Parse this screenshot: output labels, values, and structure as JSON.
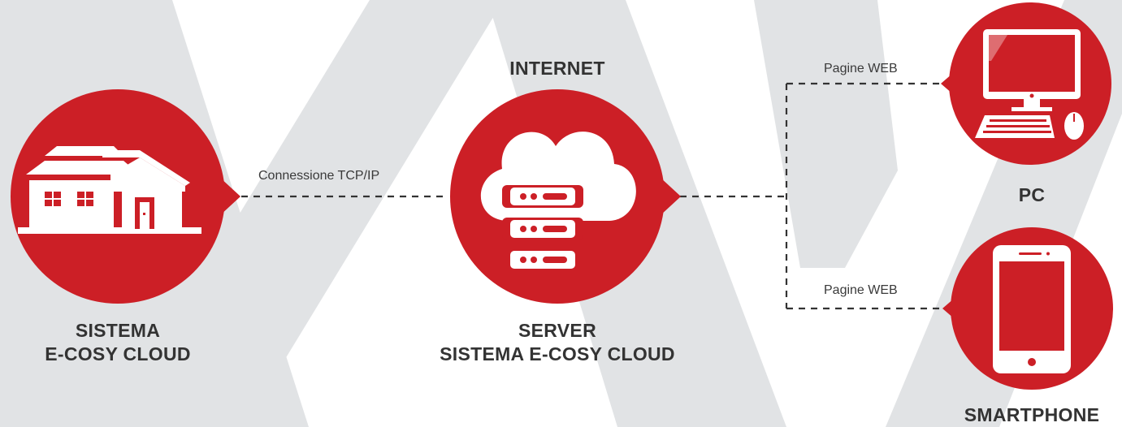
{
  "colors": {
    "accent": "#cc1f26",
    "background_shape": "#e1e3e5",
    "text": "#333333",
    "connector": "#333333"
  },
  "nodes": {
    "home": {
      "line1": "SISTEMA",
      "line2": "E-COSY CLOUD",
      "icon": "house-icon"
    },
    "server": {
      "top_label": "INTERNET",
      "line1": "SERVER",
      "line2": "SISTEMA E-COSY CLOUD",
      "icon": "cloud-server-icon"
    },
    "pc": {
      "label": "PC",
      "icon": "desktop-computer-icon"
    },
    "smartphone": {
      "label": "SMARTPHONE",
      "icon": "smartphone-icon"
    }
  },
  "connections": {
    "home_server": "Connessione TCP/IP",
    "server_pc": "Pagine WEB",
    "server_smartphone": "Pagine WEB"
  }
}
